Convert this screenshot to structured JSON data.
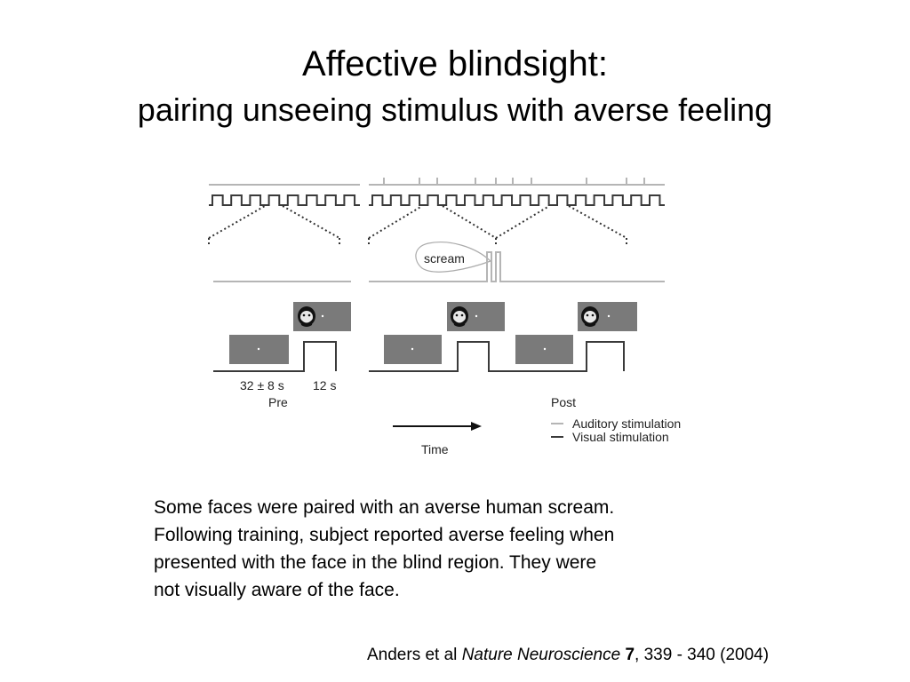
{
  "slide": {
    "title": "Affective blindsight:",
    "subtitle": "pairing unseeing stimulus with averse feeling"
  },
  "figure": {
    "stimulus_label": "scream",
    "durations": {
      "baseline": "32 ± 8 s",
      "stimulus": "12 s"
    },
    "phase_pre": "Pre",
    "phase_post": "Post",
    "time_label": "Time",
    "legend": [
      {
        "label": "Auditory stimulation",
        "color": "#b5b5b5"
      },
      {
        "label": "Visual stimulation",
        "color": "#3a3a3a"
      }
    ]
  },
  "caption": {
    "lines": [
      "Some faces were paired with an averse human scream.",
      "Following training, subject reported averse feeling when",
      "presented with the face in the blind region. They were",
      "not visually aware of the face."
    ]
  },
  "citation": {
    "authors": "Anders et al",
    "journal": "Nature Neuroscience",
    "volume": "7",
    "pages": ", 339 - 340 (2004)"
  },
  "colors": {
    "panel": "#7a7a7a",
    "line_dark": "#3a3a3a",
    "line_light": "#b5b5b5"
  }
}
